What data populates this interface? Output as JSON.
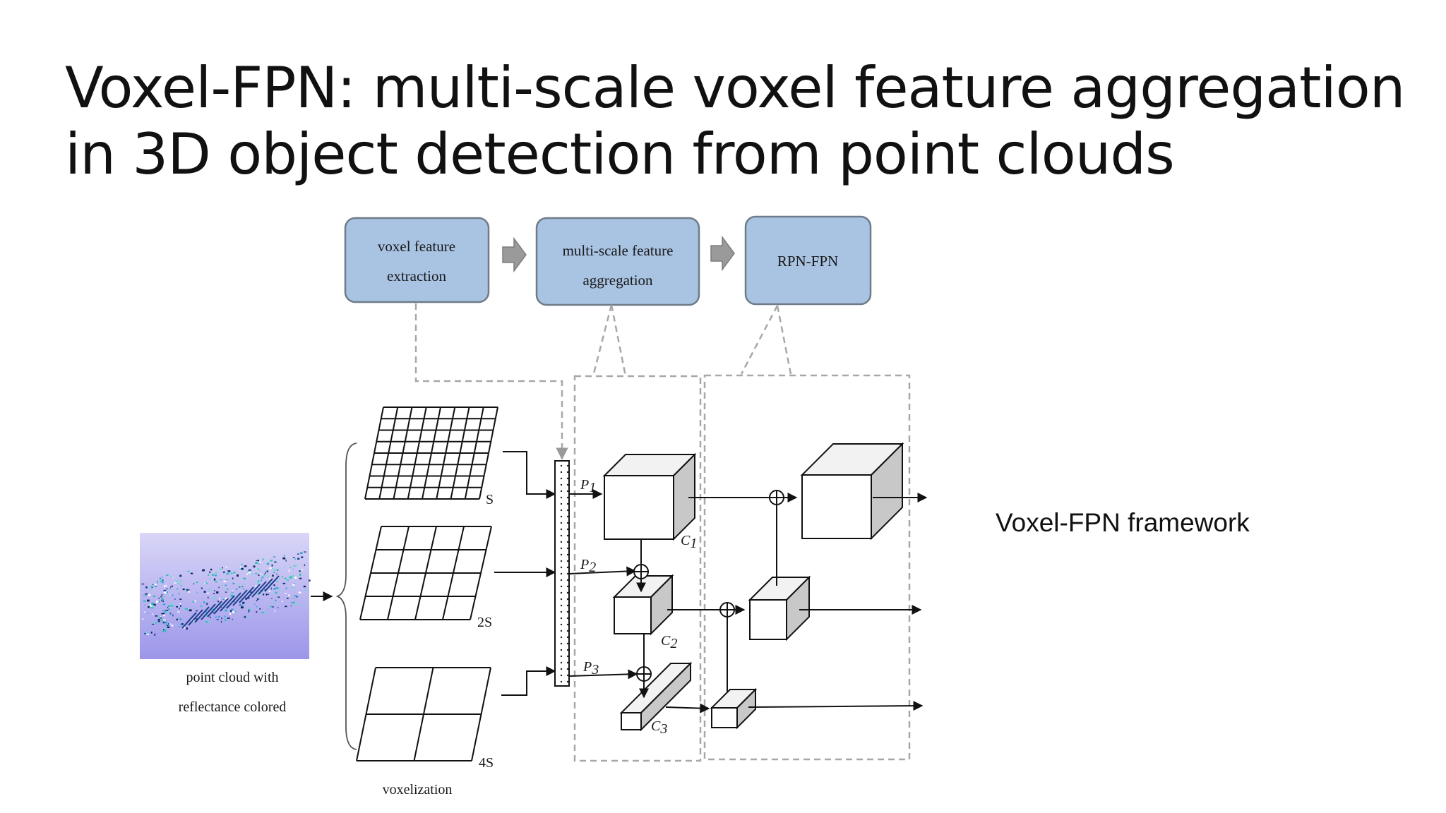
{
  "slide": {
    "title_line1": "Voxel-FPN: multi-scale voxel feature aggregation",
    "title_line2": "in 3D object detection from point clouds",
    "side_caption": "Voxel-FPN framework"
  },
  "pipeline": {
    "stage1_line1": "voxel feature",
    "stage1_line2": "extraction",
    "stage2_line1": "multi-scale feature",
    "stage2_line2": "aggregation",
    "stage3": "RPN-FPN"
  },
  "input": {
    "caption_line1": "point cloud with",
    "caption_line2": "reflectance colored"
  },
  "voxelization": {
    "label": "voxelization",
    "scale_small": "S",
    "scale_medium": "2S",
    "scale_large": "4S"
  },
  "features": {
    "p1": "P",
    "p1_sub": "1",
    "p2": "P",
    "p2_sub": "2",
    "p3": "P",
    "p3_sub": "3",
    "c1": "C",
    "c1_sub": "1",
    "c2": "C",
    "c2_sub": "2",
    "c3": "C",
    "c3_sub": "3"
  },
  "colors": {
    "stage_fill": "#a9c3e3",
    "stage_stroke": "#6f7b88",
    "arrow_gray": "#9a9a9a",
    "dashed_gray": "#a8a8a8",
    "cube_side": "#c8c8c8",
    "cube_top": "#f2f2f2"
  }
}
